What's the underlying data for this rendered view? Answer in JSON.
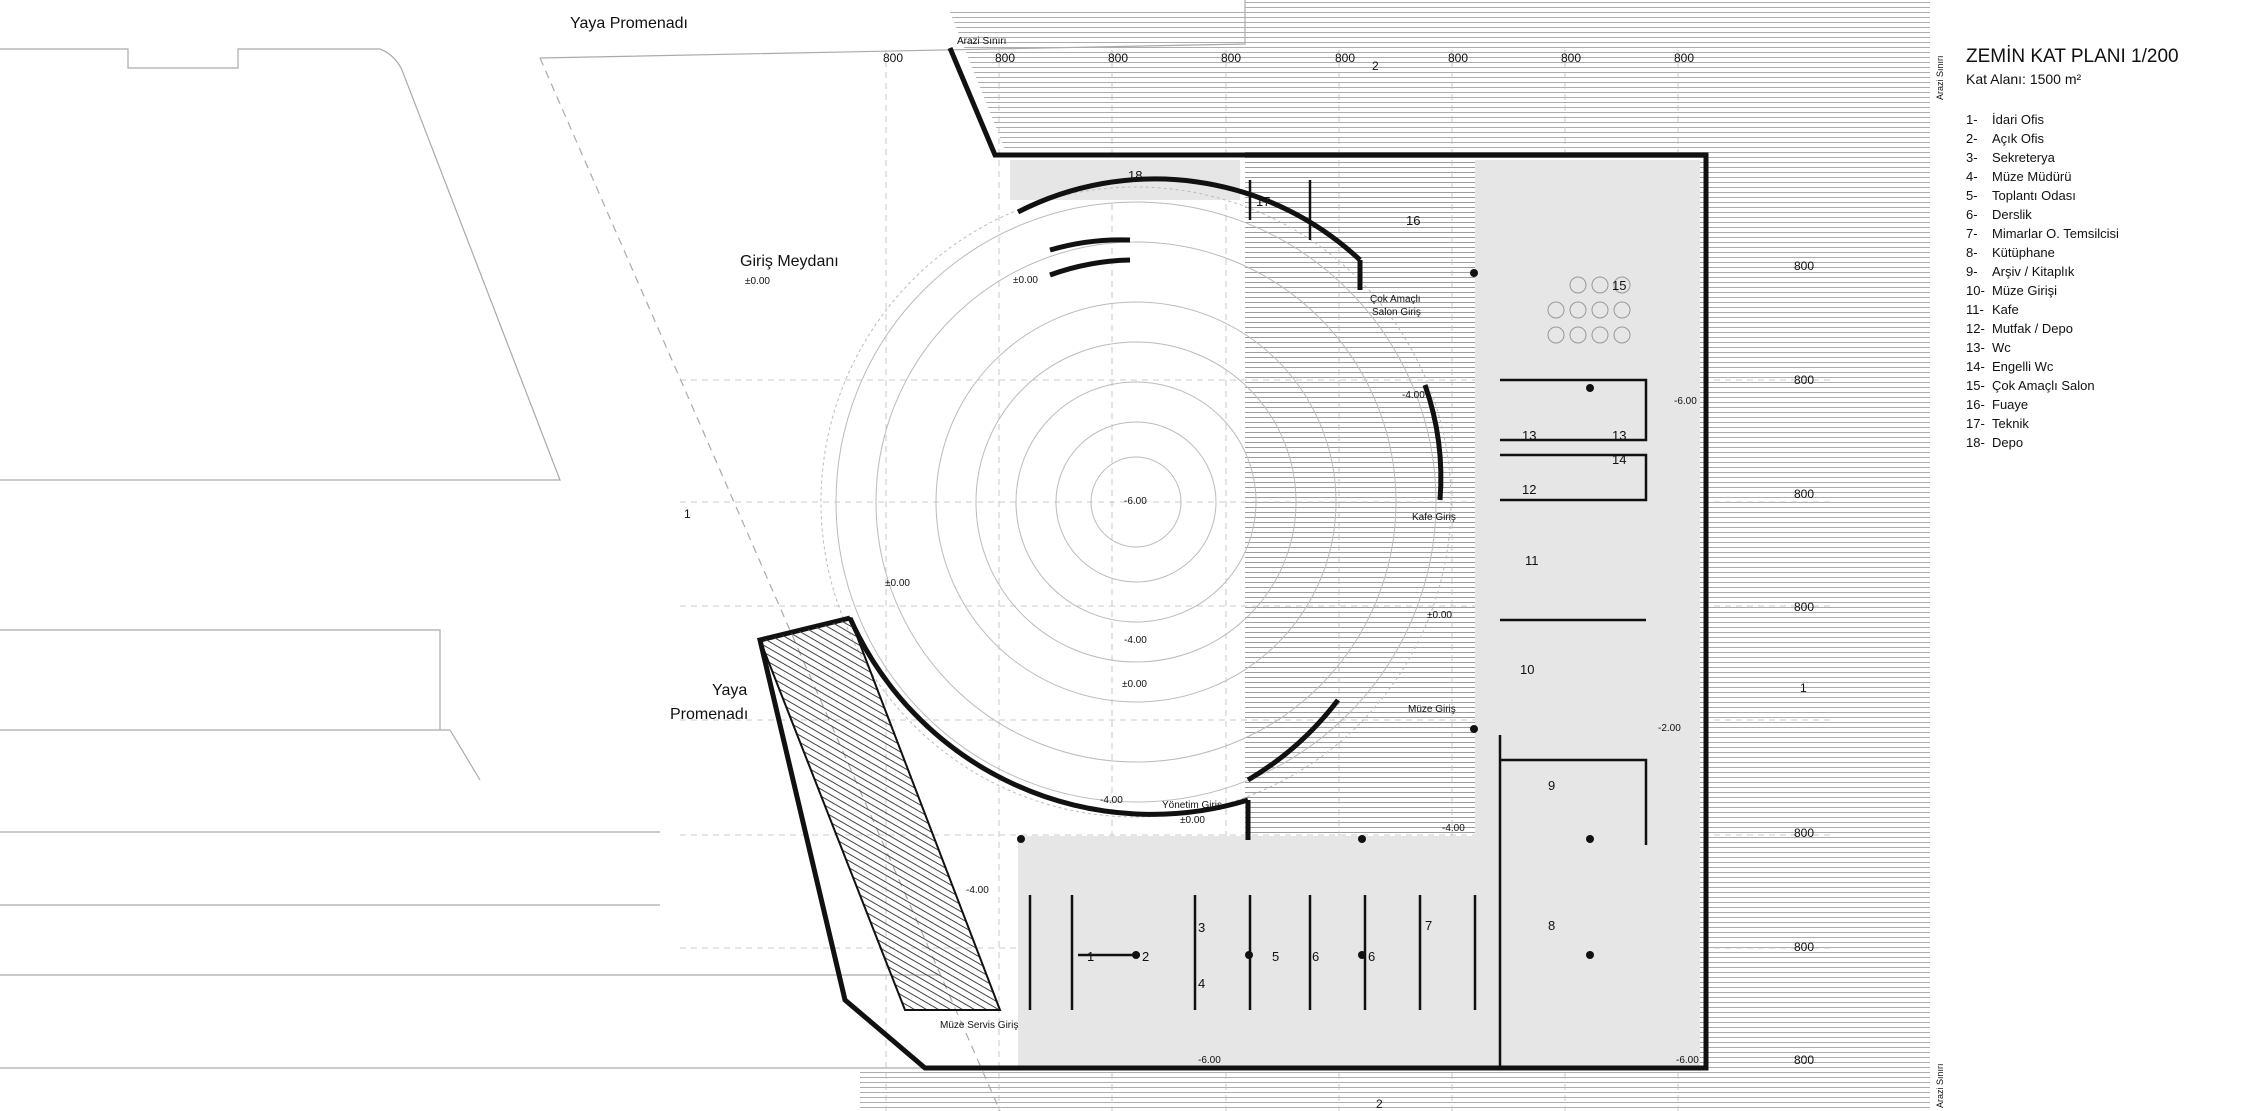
{
  "title": "ZEMİN KAT PLANI 1/200",
  "area": "Kat Alanı: 1500 m²",
  "legend": [
    {
      "num": "1-",
      "label": "İdari Ofis"
    },
    {
      "num": "2-",
      "label": "Açık Ofis"
    },
    {
      "num": "3-",
      "label": "Sekreterya"
    },
    {
      "num": "4-",
      "label": "Müze Müdürü"
    },
    {
      "num": "5-",
      "label": "Toplantı Odası"
    },
    {
      "num": "6-",
      "label": "Derslik"
    },
    {
      "num": "7-",
      "label": "Mimarlar O. Temsilcisi"
    },
    {
      "num": "8-",
      "label": "Kütüphane"
    },
    {
      "num": "9-",
      "label": "Arşiv / Kitaplık"
    },
    {
      "num": "10-",
      "label": "Müze Girişi"
    },
    {
      "num": "11-",
      "label": "Kafe"
    },
    {
      "num": "12-",
      "label": "Mutfak / Depo"
    },
    {
      "num": "13-",
      "label": "Wc"
    },
    {
      "num": "14-",
      "label": "Engelli Wc"
    },
    {
      "num": "15-",
      "label": "Çok Amaçlı Salon"
    },
    {
      "num": "16-",
      "label": "Fuaye"
    },
    {
      "num": "17-",
      "label": "Teknik"
    },
    {
      "num": "18-",
      "label": "Depo"
    }
  ],
  "place_labels": {
    "yaya_top": "Yaya Promenadı",
    "yaya_left_1": "Yaya",
    "yaya_left_2": "Promenadı",
    "giris_meydani": "Giriş Meydanı",
    "arazi_top": "Arazi Sınırı",
    "arazi_right_top": "Arazi Sınırı",
    "arazi_right_bottom": "Arazi Sınırı"
  },
  "grid_dim": "800",
  "entrances": {
    "cok_amacli_1": "Çok Amaçlı",
    "cok_amacli_2": "Salon Giriş",
    "kafe": "Kafe Giriş",
    "muze": "Müze Giriş",
    "yonetim": "Yönetim Giriş",
    "servis": "Müze Servis Giriş"
  },
  "levels": {
    "zero": "±0.00",
    "minus4": "-4.00",
    "minus6": "-6.00",
    "minus2": "-2.00"
  },
  "axes": {
    "one": "1",
    "two": "2"
  },
  "rooms": [
    "1",
    "2",
    "3",
    "4",
    "5",
    "6",
    "6",
    "7",
    "8",
    "9",
    "10",
    "11",
    "12",
    "13",
    "13",
    "14",
    "15",
    "16",
    "17",
    "18"
  ]
}
